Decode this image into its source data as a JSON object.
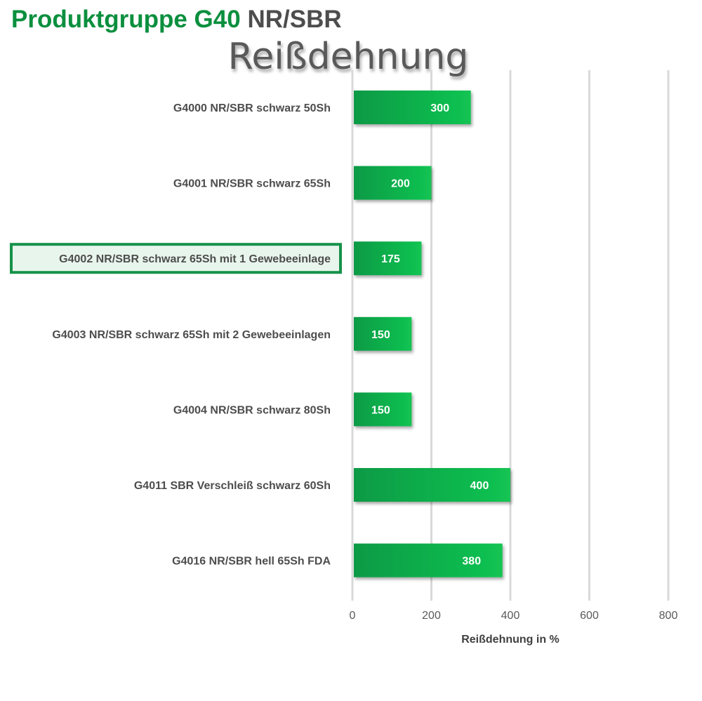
{
  "header": {
    "group": "Produktgruppe G40",
    "material": "NR/SBR"
  },
  "chart_data": {
    "type": "bar",
    "orientation": "horizontal",
    "title": "Reißdehnung",
    "categories": [
      "G4000 NR/SBR schwarz 50Sh",
      "G4001 NR/SBR schwarz 65Sh",
      "G4002 NR/SBR schwarz 65Sh mit 1 Gewebeeinlage",
      "G4003 NR/SBR schwarz 65Sh mit 2 Gewebeeinlagen",
      "G4004 NR/SBR schwarz 80Sh",
      "G4011 SBR Verschleiß schwarz 60Sh",
      "G4016 NR/SBR hell 65Sh FDA"
    ],
    "values": [
      300,
      200,
      175,
      150,
      150,
      400,
      380
    ],
    "highlighted_category": "G4002 NR/SBR schwarz 65Sh mit 1 Gewebeeinlage",
    "xlabel": "Reißdehnung in %",
    "xlim": [
      0,
      800
    ],
    "xticks": [
      "0",
      "200",
      "400",
      "600",
      "800"
    ],
    "grid": true,
    "colors": {
      "bar_dark": "#0a9a45",
      "bar_light": "#12c452",
      "highlight_border": "#16924a",
      "highlight_fill": "#e8f5ec",
      "grid": "#d9d9d9"
    }
  }
}
